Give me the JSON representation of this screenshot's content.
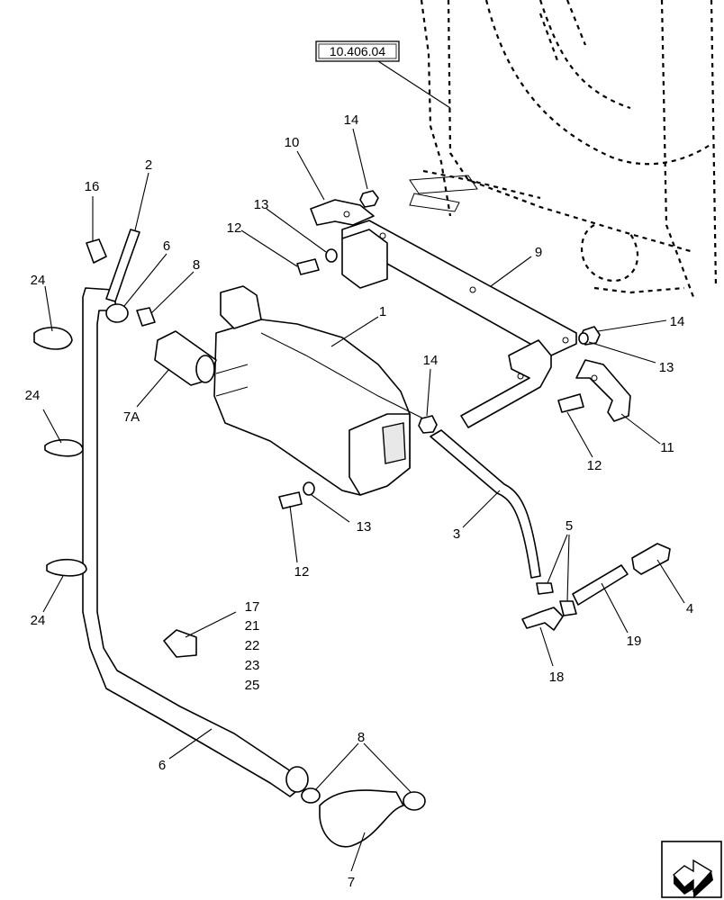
{
  "reference": "10.406.04",
  "callouts": {
    "c1": "1",
    "c2": "2",
    "c3": "3",
    "c4": "4",
    "c5": "5",
    "c6a": "6",
    "c6b": "6",
    "c7": "7",
    "c7a": "7A",
    "c8a": "8",
    "c8b": "8",
    "c9": "9",
    "c10": "10",
    "c11": "11",
    "c12a": "12",
    "c12b": "12",
    "c12c": "12",
    "c13a": "13",
    "c13b": "13",
    "c13c": "13",
    "c14a": "14",
    "c14b": "14",
    "c14c": "14",
    "c16": "16",
    "c17": "17",
    "c18": "18",
    "c19": "19",
    "c21": "21",
    "c22": "22",
    "c23": "23",
    "c24a": "24",
    "c24b": "24",
    "c24c": "24",
    "c25": "25"
  },
  "icons": {
    "corner": "navigation-arrow-icon"
  }
}
